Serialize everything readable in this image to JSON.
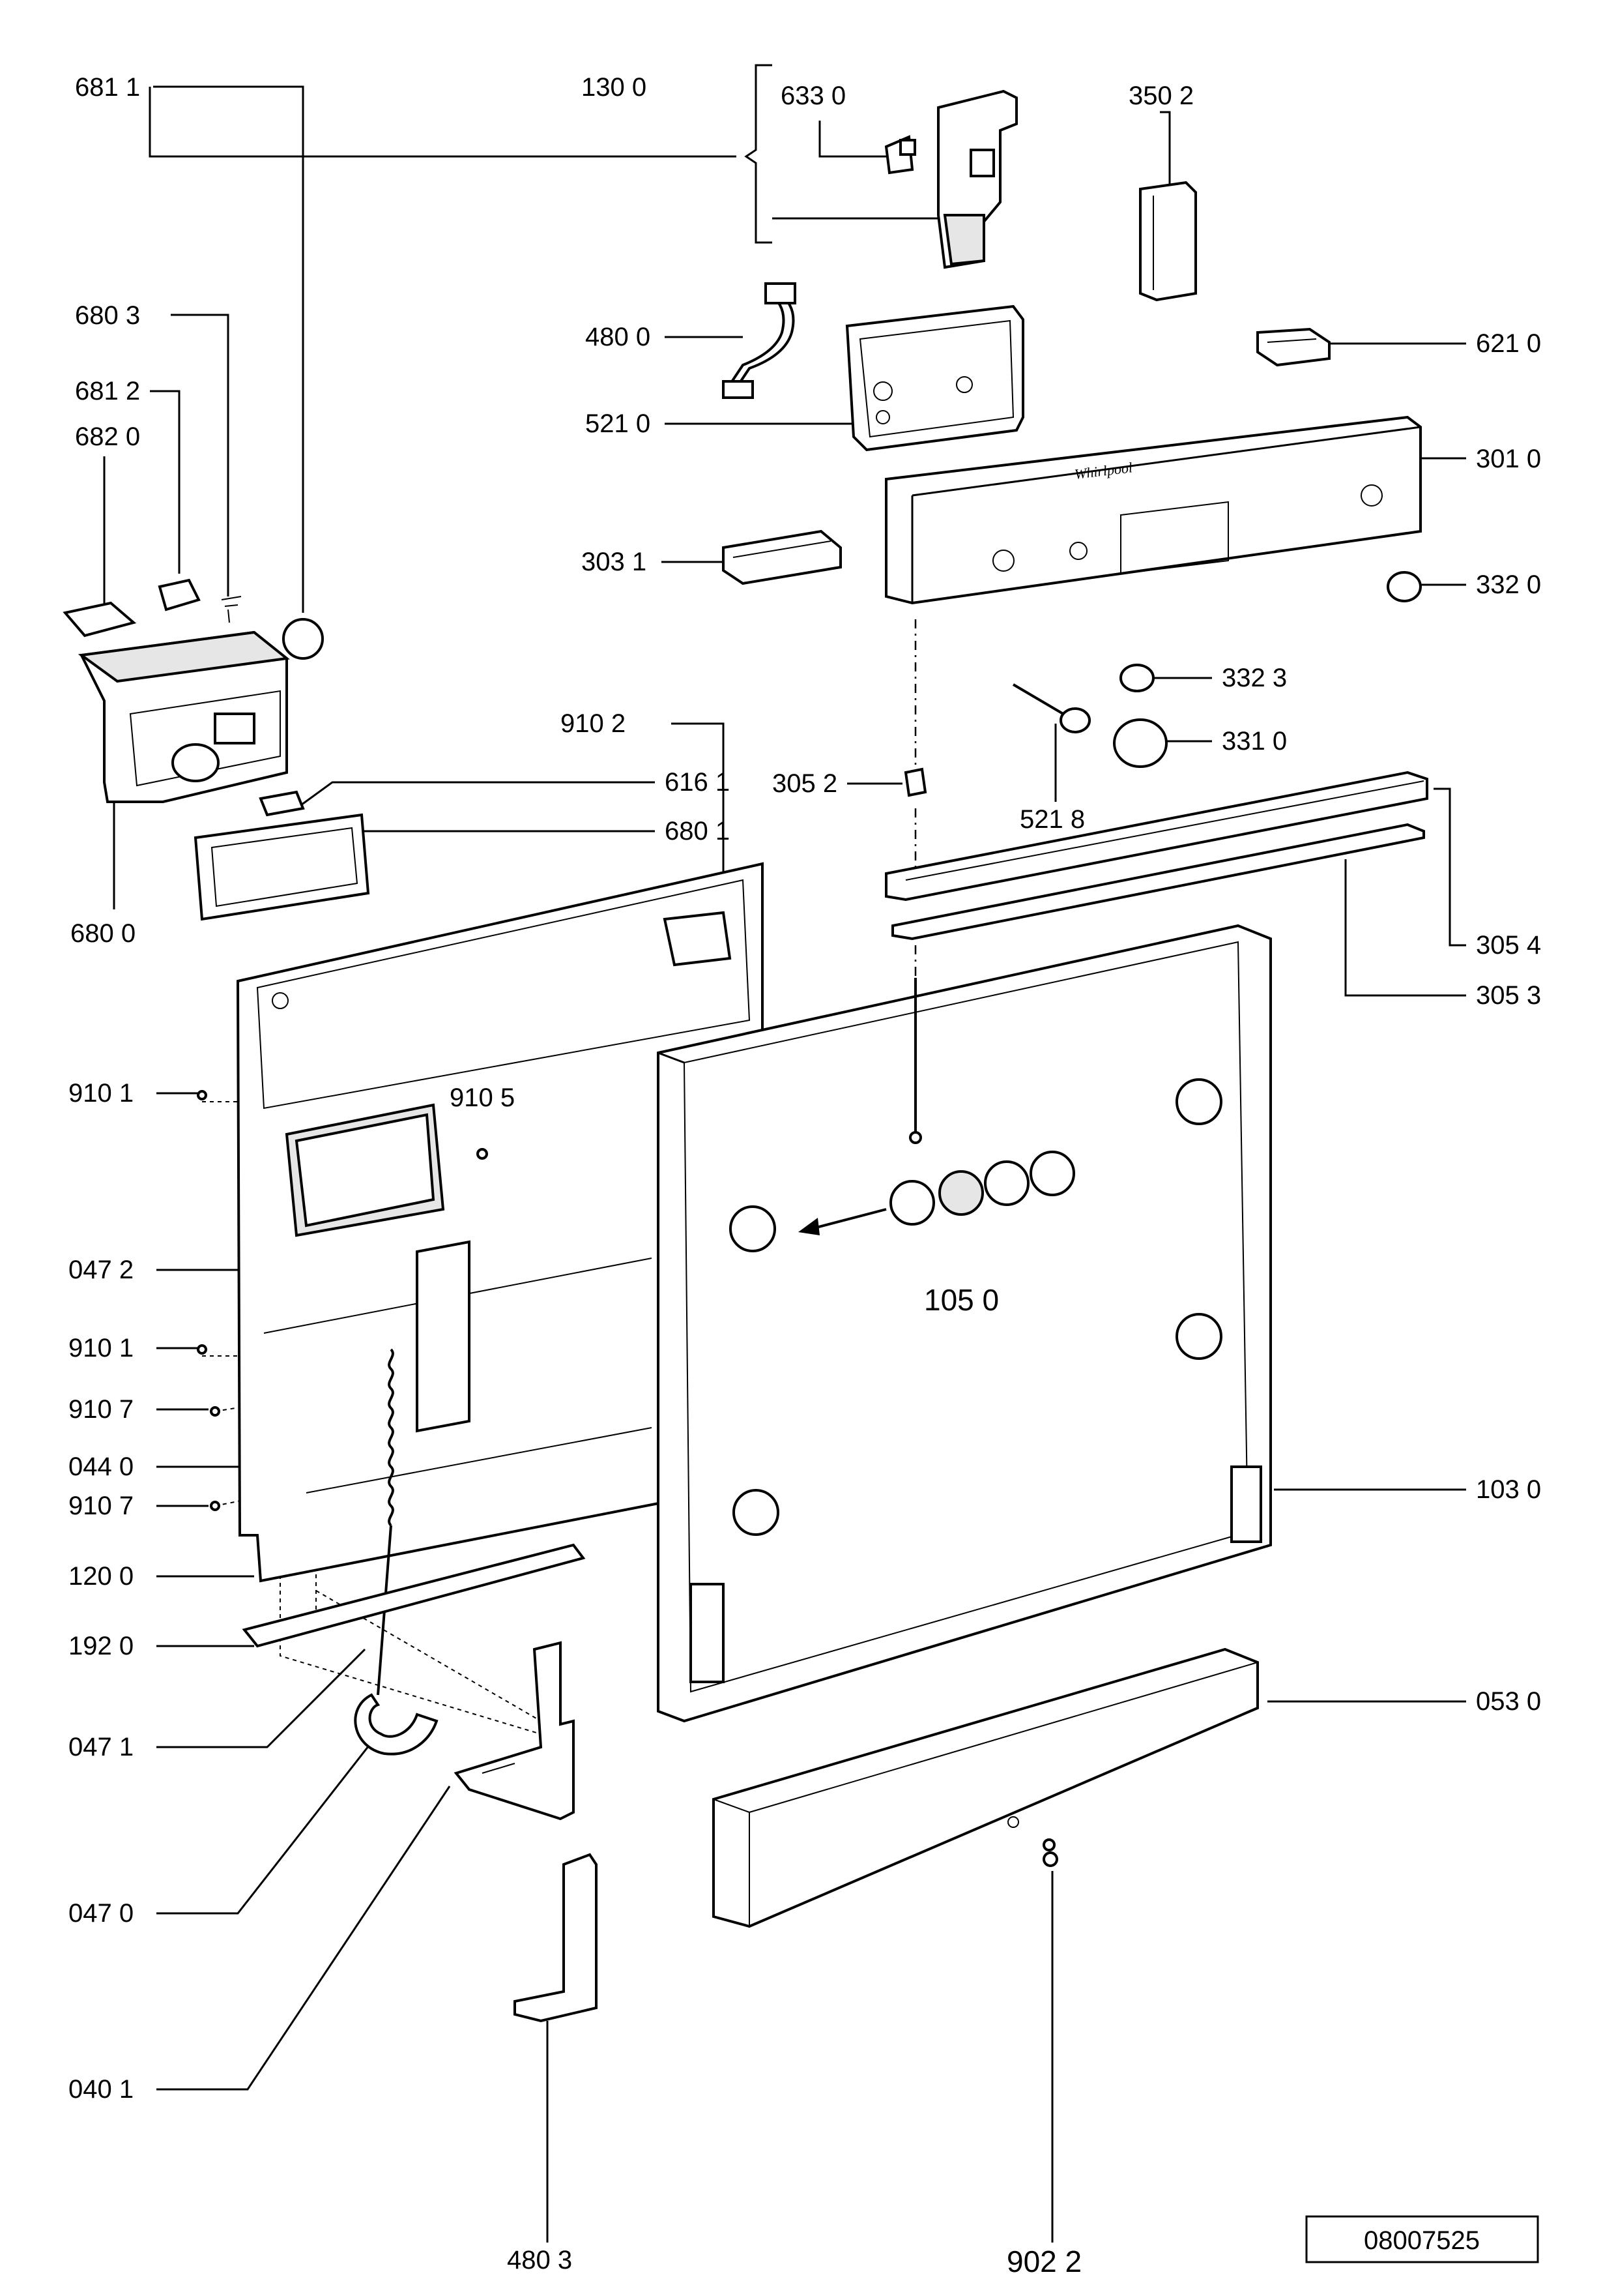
{
  "labels": {
    "l6811": "681 1",
    "l1300": "130 0",
    "l6330": "633 0",
    "l3502": "350 2",
    "l6803": "680 3",
    "l4800": "480 0",
    "l6210": "621 0",
    "l6812": "681 2",
    "l6820": "682 0",
    "l5210": "521 0",
    "l3010": "301 0",
    "l3031": "303 1",
    "l3320": "332 0",
    "l3323": "332 3",
    "l9102": "910 2",
    "l3310": "331 0",
    "l6161": "616 1",
    "l3052": "305 2",
    "l5218": "521 8",
    "l6801": "680 1",
    "l6800": "680 0",
    "l3054": "305 4",
    "l3053": "305 3",
    "l9101a": "910 1",
    "l9105": "910 5",
    "l0472": "047 2",
    "l1050": "105 0",
    "l9101b": "910 1",
    "l9107a": "910 7",
    "l0440": "044 0",
    "l9107b": "910 7",
    "l1030": "103 0",
    "l1200": "120 0",
    "l1920": "192 0",
    "l0530": "053 0",
    "l0471": "047 1",
    "l0470": "047 0",
    "l0401": "040 1",
    "l4803": "480 3",
    "l9022": "902 2"
  },
  "reference_number": "08007525",
  "brand_mark": "Whirlpool"
}
